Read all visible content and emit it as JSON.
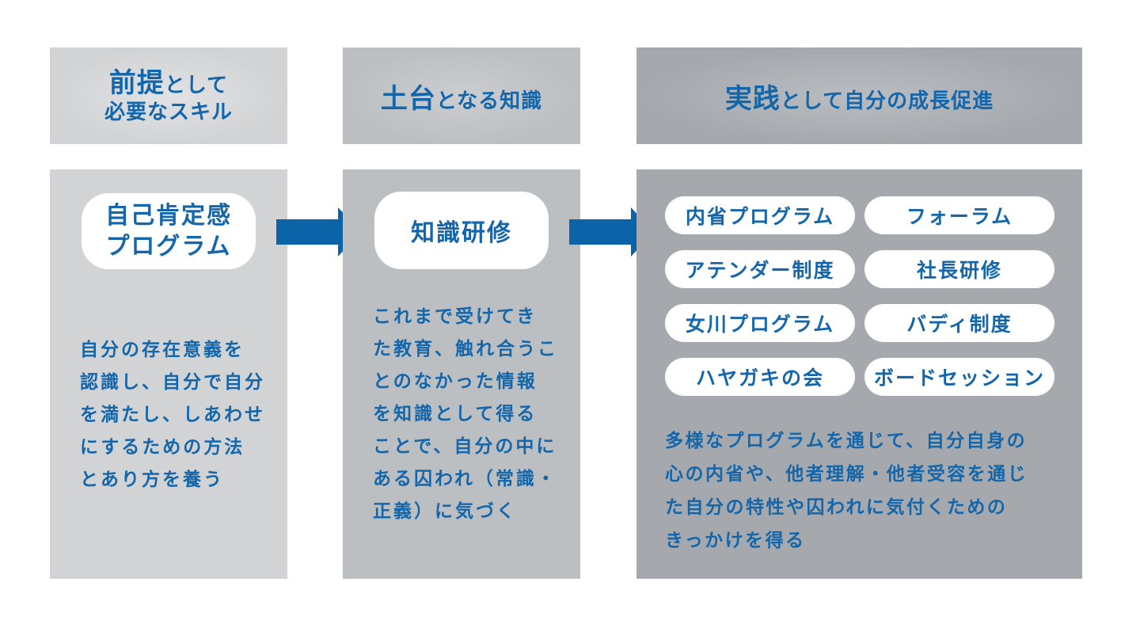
{
  "colors": {
    "text_blue": "#1466ab",
    "arrow_blue": "#0b64a8",
    "stage1_bg": "#d2d3d5",
    "stage2_bg": "#bcbfc2",
    "stage3_bg": "#a5a9ad",
    "pill_bg": "#ffffff"
  },
  "stages": [
    {
      "header": {
        "emph": "前提",
        "rest_line1": "として",
        "line2": "必要なスキル"
      },
      "pill": {
        "line1": "自己肯定感",
        "line2": "プログラム"
      },
      "description_lines": [
        "自分の存在意義を",
        "認識し、自分で自分",
        "を満たし、しあわせ",
        "にするための方法",
        "とあり方を養う"
      ]
    },
    {
      "header": {
        "emph": "土台",
        "rest_line1": "となる知識"
      },
      "pill": {
        "line1": "知識研修"
      },
      "description_lines": [
        "これまで受けてき",
        "た教育、触れ合うこ",
        "とのなかった情報",
        "を知識として得る",
        "ことで、自分の中に",
        "ある囚われ（常識・",
        "正義）に気づく"
      ]
    },
    {
      "header": {
        "emph": "実践",
        "rest_line1": "として自分の成長促進"
      },
      "programs": [
        "内省プログラム",
        "フォーラム",
        "アテンダー制度",
        "社長研修",
        "女川プログラム",
        "バディ制度",
        "ハヤガキの会",
        "ボードセッション"
      ],
      "description_lines": [
        "多様なプログラムを通じて、自分自身の",
        "心の内省や、他者理解・他者受容を通じ",
        "た自分の特性や囚われに気付くための",
        "きっかけを得る"
      ]
    }
  ],
  "arrows": [
    {
      "from": "stage-1",
      "to": "stage-2",
      "icon": "right-arrow-icon"
    },
    {
      "from": "stage-2",
      "to": "stage-3",
      "icon": "right-arrow-icon"
    }
  ]
}
